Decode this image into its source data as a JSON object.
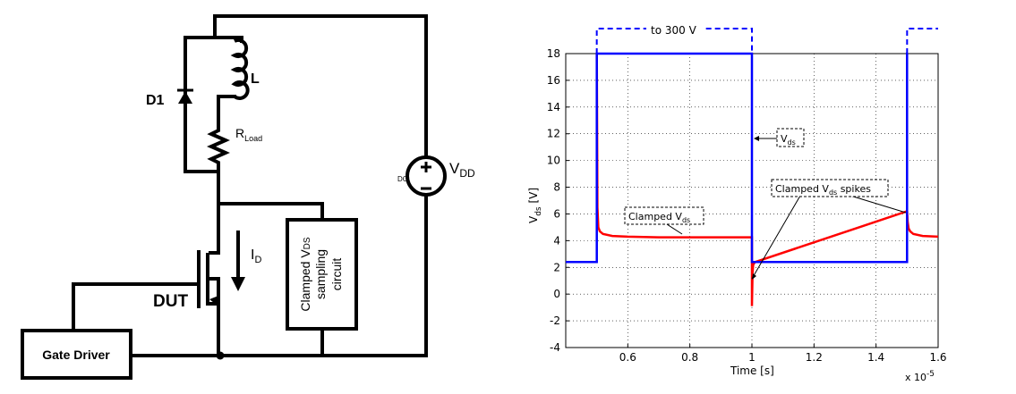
{
  "circuit": {
    "d1": "D1",
    "l": "L",
    "rload_main": "R",
    "rload_sub": "Load",
    "vdd_main": "V",
    "vdd_sub": "DD",
    "dc": "DC",
    "id_main": "I",
    "id_sub": "D",
    "dut": "DUT",
    "gate_driver": "Gate Driver",
    "sampler_line1_main": "Clamped V",
    "sampler_line1_sub": "DS",
    "sampler_line2": "sampling",
    "sampler_line3": "circuit"
  },
  "chart_data": {
    "type": "line",
    "xlabel": "Time [s]",
    "x_multiplier": "x 10",
    "x_multiplier_exp": "-5",
    "ylabel_main": "V",
    "ylabel_sub": "ds",
    "ylabel_unit": " [V]",
    "xlim": [
      0.4,
      1.6
    ],
    "ylim": [
      -4,
      18
    ],
    "xticks": [
      0.6,
      0.8,
      1.0,
      1.2,
      1.4,
      1.6
    ],
    "xtick_labels": [
      "0.6",
      "0.8",
      "1",
      "1.2",
      "1.4",
      "1.6"
    ],
    "yticks": [
      -4,
      -2,
      0,
      2,
      4,
      6,
      8,
      10,
      12,
      14,
      16,
      18
    ],
    "grid": true,
    "series": [
      {
        "color": "#0000ff",
        "x": [
          0.4,
          0.498,
          0.5,
          0.5,
          0.502,
          0.998,
          1.0,
          1.0,
          1.002,
          1.498,
          1.5,
          1.5,
          1.502
        ],
        "y": [
          2.4,
          2.4,
          2.4,
          18,
          18,
          18,
          18,
          2.4,
          2.4,
          2.4,
          2.4,
          18,
          18
        ]
      },
      {
        "color": "#ff0000",
        "x": [
          0.5,
          0.502,
          0.505,
          0.51,
          0.52,
          0.55,
          0.6,
          0.7,
          0.8,
          0.9,
          0.999,
          1.0,
          1.0,
          1.002,
          1.004,
          1.01,
          1.5,
          1.502,
          1.505,
          1.51,
          1.52,
          1.55,
          1.6
        ],
        "y": [
          18,
          6.5,
          5.0,
          4.7,
          4.5,
          4.35,
          4.3,
          4.25,
          4.25,
          4.25,
          4.25,
          4.25,
          -0.9,
          1.6,
          2.2,
          2.4,
          6.2,
          5.4,
          4.9,
          4.7,
          4.5,
          4.35,
          4.3
        ]
      }
    ],
    "overshoot_label": "to 300 V",
    "annotations": {
      "vds_main": "V",
      "vds_sub": "ds",
      "clamped_main": "Clamped V",
      "clamped_sub": "ds",
      "spikes_main": "Clamped V",
      "spikes_sub": "ds",
      "spikes_tail": " spikes"
    }
  }
}
